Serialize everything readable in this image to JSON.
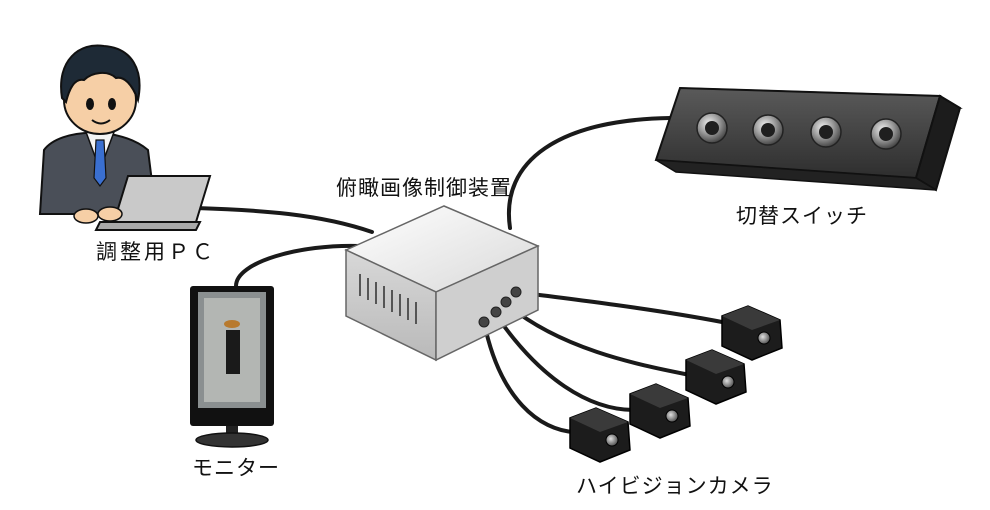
{
  "labels": {
    "device": "俯瞰画像制御装置",
    "pc": "調整用ＰＣ",
    "monitor": "モニター",
    "switch": "切替スイッチ",
    "camera": "ハイビジョンカメラ"
  },
  "colors": {
    "cable": "#1a1a1a",
    "device_body": "#e9e9e9",
    "switch_body": "#2b2b2b",
    "camera_body": "#1c1c1c",
    "suit": "#4a4f58",
    "tie": "#3a6fd0"
  },
  "icons": [
    "person-with-laptop-icon",
    "monitor-icon",
    "control-box-icon",
    "switch-panel-icon",
    "camera-icon"
  ]
}
